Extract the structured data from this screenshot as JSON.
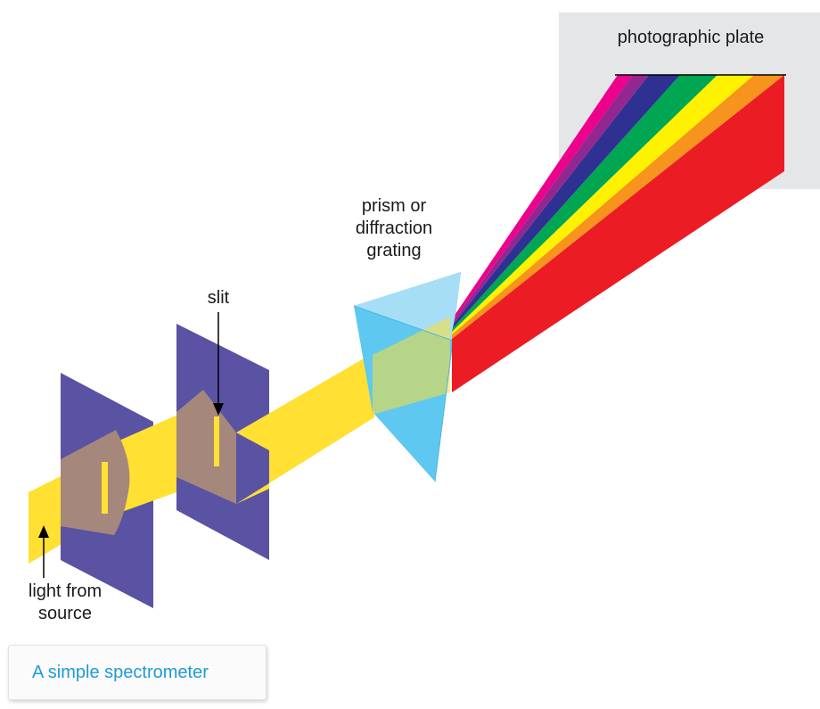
{
  "labels": {
    "photographic_plate": "photographic plate",
    "prism_line1": "prism or",
    "prism_line2": "diffraction",
    "prism_line3": "grating",
    "slit": "slit",
    "light_line1": "light from",
    "light_line2": "source"
  },
  "caption": "A simple spectrometer",
  "colors": {
    "screen": "#5a52a3",
    "beam": "#ffe033",
    "prism": "#5ec8f0",
    "plate": "#e5e6e8",
    "caption_text": "#1f9ad6"
  },
  "spectrum_colors": [
    "#ec1c24",
    "#f7941d",
    "#fff200",
    "#00a651",
    "#2e3192",
    "#92278f",
    "#ec008c"
  ]
}
